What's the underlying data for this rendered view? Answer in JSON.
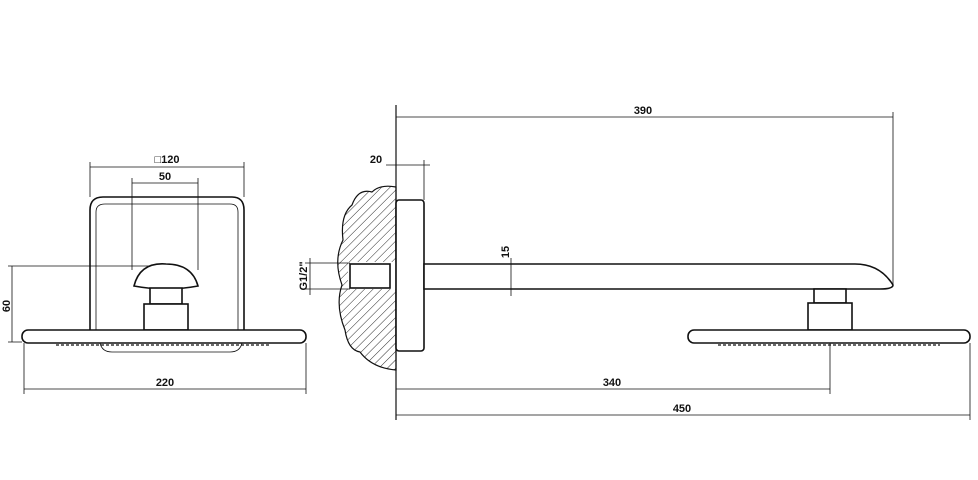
{
  "dimensions": {
    "front_square": "□120",
    "front_knob_width": "50",
    "front_height": "60",
    "front_plate_width": "220",
    "side_total_projection": "390",
    "side_flange_depth": "20",
    "side_thread": "G1/2\"",
    "side_arm_thickness": "15",
    "side_head_offset": "340",
    "side_total_length": "450"
  }
}
